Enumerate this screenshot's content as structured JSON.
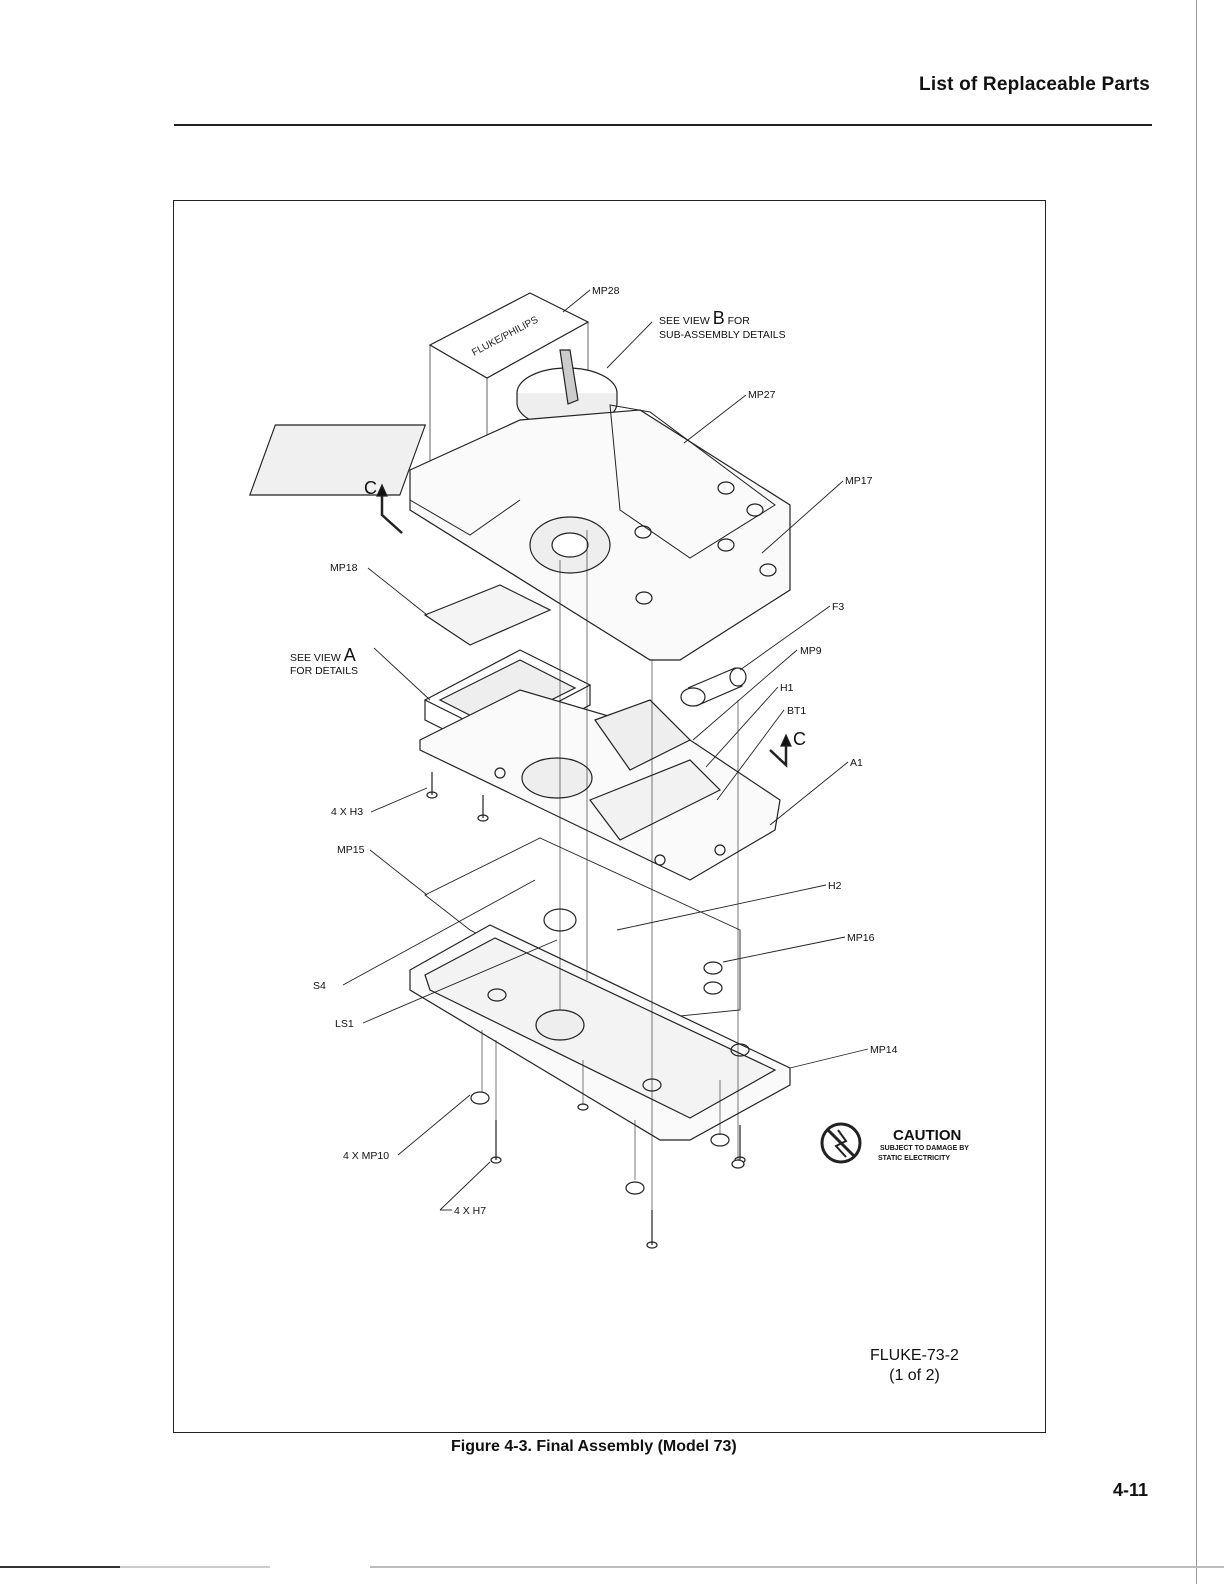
{
  "header": {
    "title": "List of Replaceable Parts"
  },
  "figure": {
    "caption": "Figure 4-3. Final Assembly (Model 73)",
    "id_line1": "FLUKE-73-2",
    "id_line2": "(1 of 2)"
  },
  "page_number": "4-11",
  "labels": {
    "mp28": "MP28",
    "see_view_b_pre": "SEE VIEW",
    "see_view_b_letter": "B",
    "see_view_b_post": "FOR",
    "see_view_b_line2": "SUB-ASSEMBLY DETAILS",
    "mp27": "MP27",
    "mp17": "MP17",
    "c_top": "C",
    "mp18": "MP18",
    "f3": "F3",
    "see_view_a_pre": "SEE VIEW",
    "see_view_a_letter": "A",
    "see_view_a_line2": "FOR DETAILS",
    "mp9": "MP9",
    "h1": "H1",
    "bt1": "BT1",
    "c_bottom": "C",
    "a1": "A1",
    "h3": "4 X H3",
    "mp15": "MP15",
    "h2": "H2",
    "mp16": "MP16",
    "s4": "S4",
    "ls1": "LS1",
    "mp14": "MP14",
    "mp10": "4 X MP10",
    "h7": "4 X H7"
  },
  "caution": {
    "title": "CAUTION",
    "line1": "SUBJECT TO DAMAGE BY",
    "line2": "STATIC ELECTRICITY"
  },
  "logo_text": "FLUKE/PHILIPS"
}
